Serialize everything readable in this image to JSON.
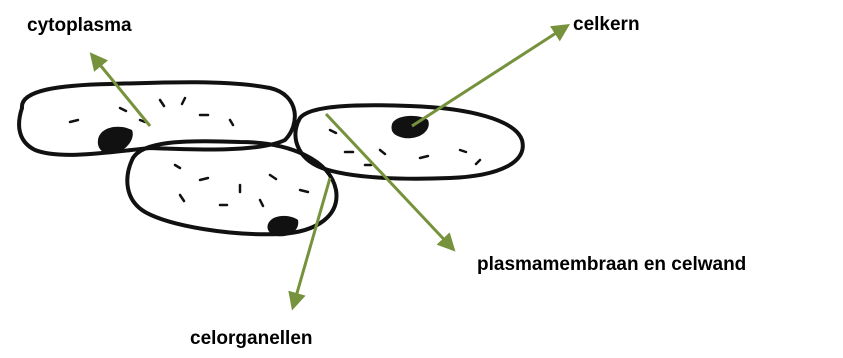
{
  "labels": {
    "cytoplasma": "cytoplasma",
    "celkern": "celkern",
    "membraan": "plasmamembraan en celwand",
    "celorganellen": "celorganellen"
  },
  "colors": {
    "arrow": "#76923C",
    "ink": "#111111",
    "text": "#000000"
  }
}
